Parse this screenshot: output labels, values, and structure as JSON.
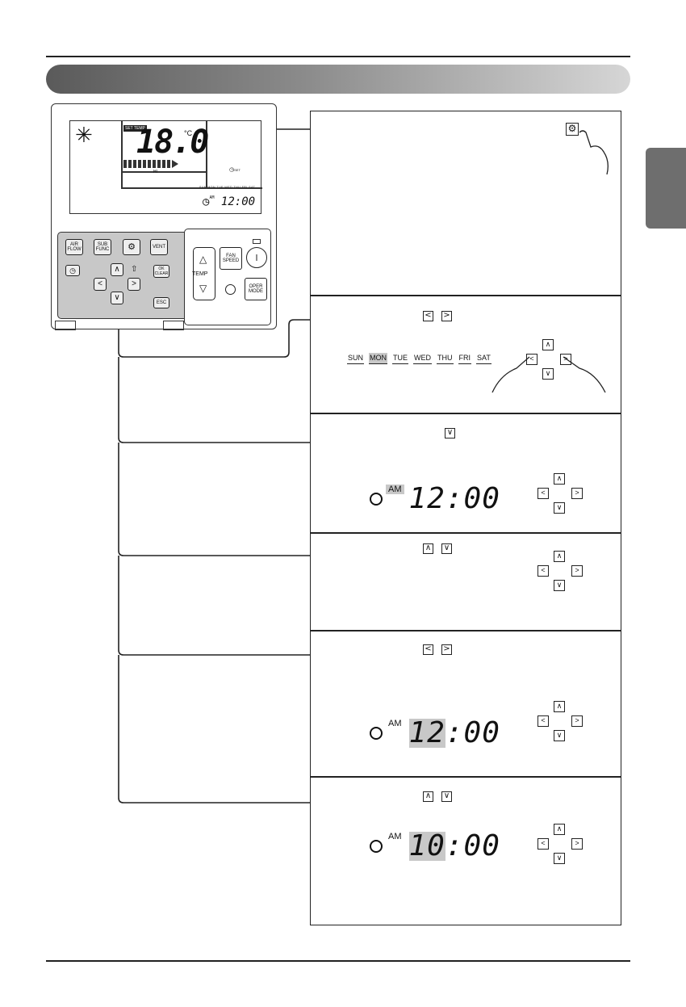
{
  "remote": {
    "set_temp_label": "SET TEMP",
    "temp_value": "18.0",
    "temp_unit": "°C",
    "fan_label": "HI",
    "clock_set_label": "SET",
    "lcd_days": "SUN MON TUE WED THU FRI SAT",
    "lcd_clock_am": "AM",
    "lcd_clock": "12:00",
    "buttons": {
      "air_flow": "AIR FLOW",
      "sub_func": "SUB FUNC",
      "vent": "VENT",
      "ok_clear": "OK CLEAR",
      "esc": "ESC",
      "fan_speed": "FAN SPEED",
      "temp": "TEMP",
      "oper_mode": "OPER MODE",
      "left": "<",
      "right": ">",
      "up": "∧",
      "down": "∨"
    }
  },
  "steps": {
    "days": [
      "SUN",
      "MON",
      "TUE",
      "WED",
      "THU",
      "FRI",
      "SAT"
    ],
    "selected_day": "MON",
    "keys": {
      "left": "<",
      "right": ">",
      "up": "∧",
      "down": "∨"
    },
    "displays": [
      {
        "am": "AM",
        "hour": "12",
        "minutes": "00"
      },
      {
        "am": "AM",
        "hour": "12",
        "minutes": "00"
      },
      {
        "am": "AM",
        "hour": "10",
        "minutes": "00"
      }
    ]
  }
}
